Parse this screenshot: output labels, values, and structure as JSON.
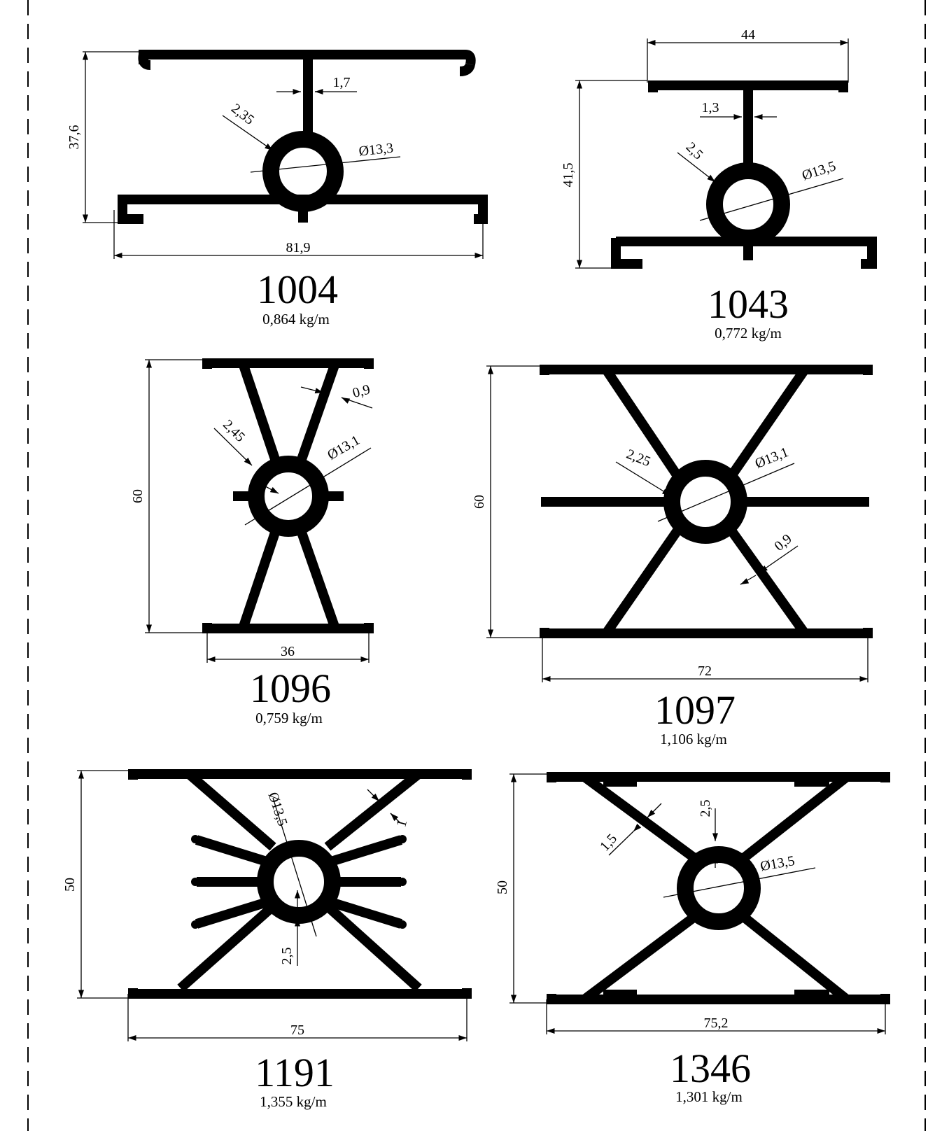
{
  "colors": {
    "ink": "#000000",
    "paper": "#ffffff"
  },
  "profiles": [
    {
      "code": "1004",
      "weight": "0,864 kg/m",
      "width": "81,9",
      "height": "37,6",
      "web": "1,7",
      "wall": "2,35",
      "bore": "Ø13,3"
    },
    {
      "code": "1043",
      "weight": "0,772 kg/m",
      "width": "44",
      "height": "41,5",
      "web": "1,3",
      "wall": "2,5",
      "bore": "Ø13,5"
    },
    {
      "code": "1096",
      "weight": "0,759 kg/m",
      "width": "36",
      "height": "60",
      "web": "0,9",
      "wall": "2,45",
      "bore": "Ø13,1"
    },
    {
      "code": "1097",
      "weight": "1,106 kg/m",
      "width": "72",
      "height": "60",
      "web": "0,9",
      "wall": "2,25",
      "bore": "Ø13,1"
    },
    {
      "code": "1191",
      "weight": "1,355 kg/m",
      "width": "75",
      "height": "50",
      "web": "1",
      "wall": "2,5",
      "bore": "Ø13,5"
    },
    {
      "code": "1346",
      "weight": "1,301 kg/m",
      "width": "75,2",
      "height": "50",
      "web": "1,5",
      "wall": "2,5",
      "bore": "Ø13,5"
    }
  ]
}
